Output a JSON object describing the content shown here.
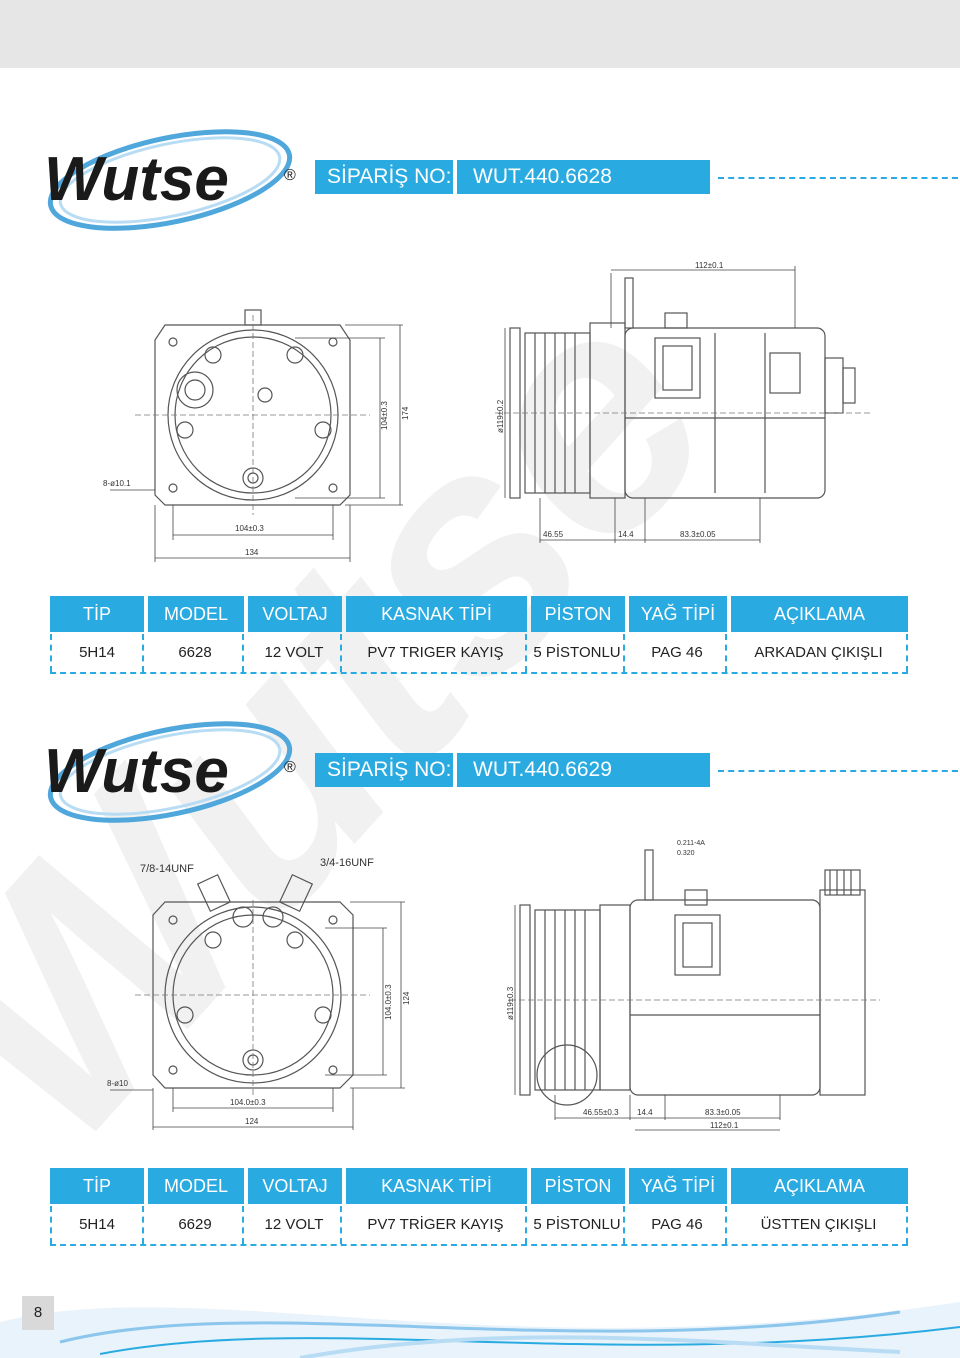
{
  "brand": {
    "name": "Wutse",
    "registered": "®",
    "watermark": "Wutse"
  },
  "products": [
    {
      "order_label": "SİPARİŞ NO:",
      "order_no": "WUT.440.6628",
      "headers": [
        "TİP",
        "MODEL",
        "VOLTAJ",
        "KASNAK TİPİ",
        "PİSTON",
        "YAĞ TİPİ",
        "AÇIKLAMA"
      ],
      "values": [
        "5H14",
        "6628",
        "12 VOLT",
        "PV7 TRIGER KAYIŞ",
        "5 PİSTONLU",
        "PAG 46",
        "ARKADAN ÇIKIŞLI"
      ],
      "dims": {
        "front_w1": "104±0.3",
        "front_w2": "134",
        "front_h1": "104±0.3",
        "front_h2": "174",
        "hole": "8-ø10.1",
        "side_top": "112±0.1",
        "side_d": "ø119±0.2",
        "side_b1": "46.55",
        "side_b2": "14.4",
        "side_b3": "83.3±0.05"
      }
    },
    {
      "order_label": "SİPARİŞ NO:",
      "order_no": "WUT.440.6629",
      "headers": [
        "TİP",
        "MODEL",
        "VOLTAJ",
        "KASNAK TİPİ",
        "PİSTON",
        "YAĞ TİPİ",
        "AÇIKLAMA"
      ],
      "values": [
        "5H14",
        "6629",
        "12 VOLT",
        "PV7 TRİGER KAYIŞ",
        "5 PİSTONLU",
        "PAG 46",
        "ÜSTTEN ÇIKIŞLI"
      ],
      "dims": {
        "port1": "7/8-14UNF",
        "port2": "3/4-16UNF",
        "front_w1": "104.0±0.3",
        "front_w2": "124",
        "front_h1": "104.0±0.3",
        "front_h2": "124",
        "hole": "8-ø10",
        "side_d": "ø119±0.3",
        "side_note1": "0.211-4A",
        "side_note2": "0.320",
        "side_b1": "46.55±0.3",
        "side_b2": "14.4",
        "side_b3": "83.3±0.05",
        "side_b4": "112±0.1"
      }
    }
  ],
  "page_number": "8",
  "colors": {
    "accent": "#29abe2",
    "logo": "#1a1a1a",
    "swoosh": "#4fa7dc"
  }
}
